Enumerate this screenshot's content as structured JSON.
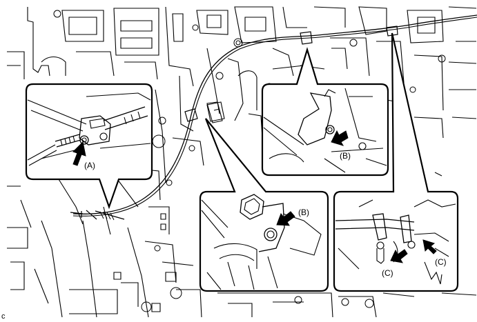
{
  "callouts": {
    "a": {
      "label": "(A)"
    },
    "b_top": {
      "label": "(B)"
    },
    "b_bottom": {
      "label": "(B)"
    },
    "c_left": {
      "label": "(C)"
    },
    "c_right": {
      "label": "(C)"
    }
  },
  "figure_code": "c",
  "colors": {
    "line": "#000000",
    "background": "#ffffff",
    "callout_fill": "#ffffff"
  }
}
